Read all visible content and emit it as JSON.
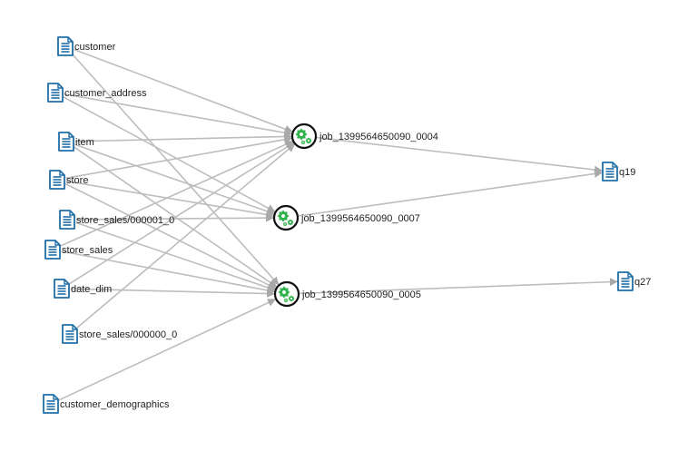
{
  "colors": {
    "edge": "#bdbdbd",
    "file_icon": "#1f6ea8",
    "job_ring": "#111111",
    "gear": "#2fb34a"
  },
  "nodes": [
    {
      "id": "customer",
      "label": "customer",
      "kind": "file",
      "icon": "document-icon"
    },
    {
      "id": "customer_address",
      "label": "customer_address",
      "kind": "file",
      "icon": "document-icon"
    },
    {
      "id": "item",
      "label": "item",
      "kind": "file",
      "icon": "document-icon"
    },
    {
      "id": "store",
      "label": "store",
      "kind": "file",
      "icon": "document-icon"
    },
    {
      "id": "store_sales_000001_0",
      "label": "store_sales/000001_0",
      "kind": "file",
      "icon": "document-icon"
    },
    {
      "id": "store_sales",
      "label": "store_sales",
      "kind": "file",
      "icon": "document-icon"
    },
    {
      "id": "date_dim",
      "label": "date_dim",
      "kind": "file",
      "icon": "document-icon"
    },
    {
      "id": "store_sales_000000_0",
      "label": "store_sales/000000_0",
      "kind": "file",
      "icon": "document-icon"
    },
    {
      "id": "customer_demographics",
      "label": "customer_demographics",
      "kind": "file",
      "icon": "document-icon"
    },
    {
      "id": "job_0004",
      "label": "job_1399564650090_0004",
      "kind": "job",
      "icon": "gears-icon"
    },
    {
      "id": "job_0007",
      "label": "job_1399564650090_0007",
      "kind": "job",
      "icon": "gears-icon"
    },
    {
      "id": "job_0005",
      "label": "job_1399564650090_0005",
      "kind": "job",
      "icon": "gears-icon"
    },
    {
      "id": "q19",
      "label": "q19",
      "kind": "file",
      "icon": "document-icon"
    },
    {
      "id": "q27",
      "label": "q27",
      "kind": "file",
      "icon": "document-icon"
    }
  ],
  "edges": [
    {
      "from": "customer",
      "to": "job_0004"
    },
    {
      "from": "customer",
      "to": "job_0005"
    },
    {
      "from": "customer_address",
      "to": "job_0004"
    },
    {
      "from": "customer_address",
      "to": "job_0007"
    },
    {
      "from": "item",
      "to": "job_0004"
    },
    {
      "from": "item",
      "to": "job_0007"
    },
    {
      "from": "item",
      "to": "job_0005"
    },
    {
      "from": "store",
      "to": "job_0004"
    },
    {
      "from": "store",
      "to": "job_0007"
    },
    {
      "from": "store",
      "to": "job_0005"
    },
    {
      "from": "store_sales_000001_0",
      "to": "job_0007"
    },
    {
      "from": "store_sales_000001_0",
      "to": "job_0005"
    },
    {
      "from": "store_sales",
      "to": "job_0004"
    },
    {
      "from": "store_sales",
      "to": "job_0005"
    },
    {
      "from": "date_dim",
      "to": "job_0004"
    },
    {
      "from": "date_dim",
      "to": "job_0005"
    },
    {
      "from": "store_sales_000000_0",
      "to": "job_0004"
    },
    {
      "from": "customer_demographics",
      "to": "job_0005"
    },
    {
      "from": "job_0004",
      "to": "q19"
    },
    {
      "from": "job_0007",
      "to": "q19"
    },
    {
      "from": "job_0005",
      "to": "q27"
    }
  ]
}
